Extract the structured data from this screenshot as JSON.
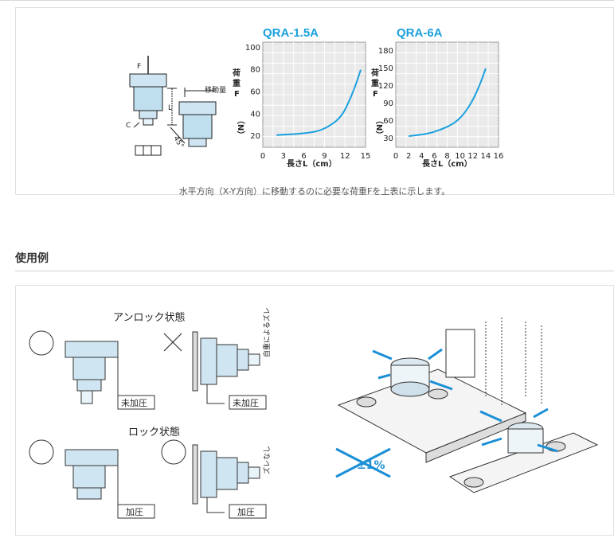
{
  "charts": [
    {
      "title": "QRA-1.5A",
      "type": "line",
      "y_ticks": [
        "100",
        "80",
        "60",
        "40",
        "20"
      ],
      "x_ticks": [
        "0",
        "3",
        "6",
        "9",
        "12",
        "15"
      ],
      "xlabel": "長さL（cm）",
      "ylabel": [
        "荷",
        "重",
        "F",
        "（N）"
      ],
      "xlim": [
        0,
        15
      ],
      "ylim": [
        10,
        105
      ],
      "points": [
        [
          2,
          21
        ],
        [
          5,
          22
        ],
        [
          8,
          24
        ],
        [
          10,
          30
        ],
        [
          11.5,
          38
        ],
        [
          12.5,
          50
        ],
        [
          13.5,
          65
        ],
        [
          14.3,
          80
        ]
      ]
    },
    {
      "title": "QRA-6A",
      "type": "line",
      "y_ticks": [
        "180",
        "150",
        "120",
        "90",
        "60",
        "30"
      ],
      "x_ticks": [
        "0",
        "2",
        "4",
        "6",
        "8",
        "10",
        "12",
        "14",
        "16"
      ],
      "xlabel": "長さL（cm）",
      "ylabel": [
        "荷",
        "重",
        "F",
        "（N）"
      ],
      "xlim": [
        0,
        16
      ],
      "ylim": [
        15,
        195
      ],
      "points": [
        [
          2,
          34
        ],
        [
          5,
          38
        ],
        [
          7,
          45
        ],
        [
          9,
          55
        ],
        [
          10.5,
          70
        ],
        [
          12,
          95
        ],
        [
          13.2,
          125
        ],
        [
          14,
          150
        ]
      ]
    }
  ],
  "chart_data": [
    {
      "type": "line",
      "title": "QRA-1.5A",
      "xlabel": "長さL（cm）",
      "ylabel": "荷重F（N）",
      "x": [
        2,
        5,
        8,
        10,
        11.5,
        12.5,
        13.5,
        14.3
      ],
      "y": [
        21,
        22,
        24,
        30,
        38,
        50,
        65,
        80
      ],
      "xlim": [
        0,
        15
      ],
      "ylim": [
        10,
        105
      ]
    },
    {
      "type": "line",
      "title": "QRA-6A",
      "xlabel": "長さL（cm）",
      "ylabel": "荷重F（N）",
      "x": [
        2,
        5,
        7,
        9,
        10.5,
        12,
        13.2,
        14
      ],
      "y": [
        34,
        38,
        45,
        55,
        70,
        95,
        125,
        150
      ],
      "xlim": [
        0,
        16
      ],
      "ylim": [
        15,
        195
      ]
    }
  ],
  "diagram": {
    "label_F": "F",
    "label_L": "L",
    "label_move": "移動量",
    "label_C": "C",
    "label_45": "45°"
  },
  "caption": "水平方向（X-Y方向）に移動するのに必要な荷重Fを上表に示します。",
  "section_title": "使用例",
  "usage": {
    "unlock_title": "アンロック状態",
    "lock_title": "ロック状態",
    "label_unpressurized_1": "未加圧",
    "label_unpressurized_2": "未加圧",
    "label_pressurized_1": "加圧",
    "label_pressurized_2": "加圧",
    "note_dead_weight_shift": "自重によるズレ",
    "note_no_shift": "ズレなし",
    "percent_label": "±1%",
    "colors": {
      "accent": "#1a8fd6",
      "chart_title": "#1aa0de",
      "curve": "#1aa0de"
    }
  }
}
